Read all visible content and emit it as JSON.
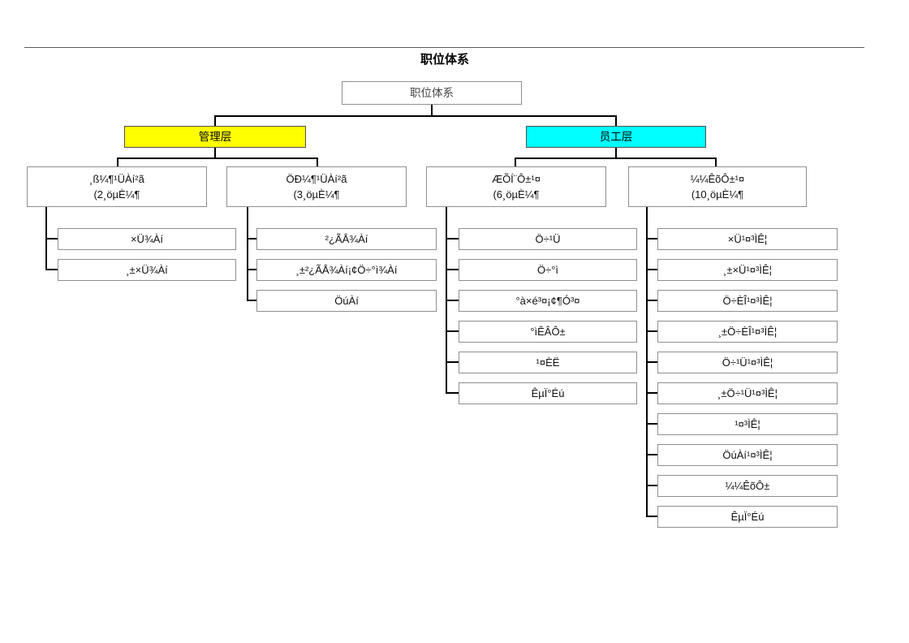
{
  "page": {
    "title": "职位体系"
  },
  "colors": {
    "management_fill": "#ffff00",
    "staff_fill": "#00ffff",
    "line": "#000000"
  },
  "tree": {
    "root": {
      "label": "职位体系"
    },
    "branches": [
      {
        "label": "管理层",
        "fill": "#ffff00"
      },
      {
        "label": "员工层",
        "fill": "#00ffff"
      }
    ],
    "groups": [
      {
        "title_line1": "¸ß¼¶¹ÜÀí²ã",
        "title_line2": "(2¸öµÈ¼¶",
        "leaves": [
          "×Ü¾­Àí",
          "¸±×Ü¾­Àí"
        ]
      },
      {
        "title_line1": "ÖÐ¼¶¹ÜÀí²ã",
        "title_line2": "(3¸öµÈ¼¶",
        "leaves": [
          "²¿ÃÅ¾­Àí",
          "¸±²¿ÃÅ¾­Àí¡¢Ö÷°ì¾­Àí",
          "ÖúÀí"
        ]
      },
      {
        "title_line1": "ÆÕÍ¨Ô±¹¤",
        "title_line2": "(6¸öµÈ¼¶",
        "leaves": [
          "Ö÷¹Ü",
          "Ö÷°ì",
          "°à×é³¤¡¢¶Ó³¤",
          "°ìÊÂÔ±",
          "¹¤ÈË",
          "ÊµÏ°Éú"
        ]
      },
      {
        "title_line1": "¼¼ÊõÔ±¹¤",
        "title_line2": "(10¸öµÈ¼¶",
        "leaves": [
          "×Ü¹¤³ÌÊ¦",
          "¸±×Ü¹¤³ÌÊ¦",
          "Ö÷ÈÎ¹¤³ÌÊ¦",
          "¸±Ö÷ÈÎ¹¤³ÌÊ¦",
          "Ö÷¹Ü¹¤³ÌÊ¦",
          "¸±Ö÷¹Ü¹¤³ÌÊ¦",
          "¹¤³ÌÊ¦",
          "ÖúÀí¹¤³ÌÊ¦",
          "¼¼ÊõÔ±",
          "ÊµÏ°Éú"
        ]
      }
    ]
  }
}
